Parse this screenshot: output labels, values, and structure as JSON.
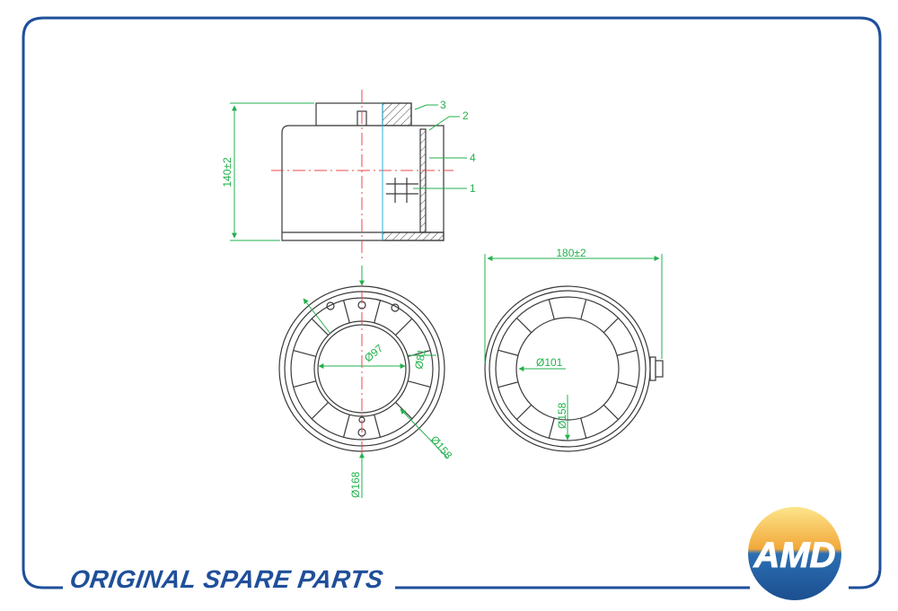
{
  "footer": {
    "title": "ORIGINAL SPARE PARTS"
  },
  "logo": {
    "text": "AMD"
  },
  "callouts": {
    "c1": "1",
    "c2": "2",
    "c3": "3",
    "c4": "4"
  },
  "dimensions": {
    "height": "140±2",
    "width": "180±2",
    "front_inner": "Ø97",
    "front_hole": "Ø81",
    "front_outer_diag": "Ø158",
    "front_outer_vert": "Ø168",
    "back_inner": "Ø101",
    "back_outer": "Ø158"
  },
  "colors": {
    "frame": "#1f4f9a",
    "dimension": "#22b14c",
    "centerline": "#e8484c",
    "drawing": "#3a3a3a"
  }
}
